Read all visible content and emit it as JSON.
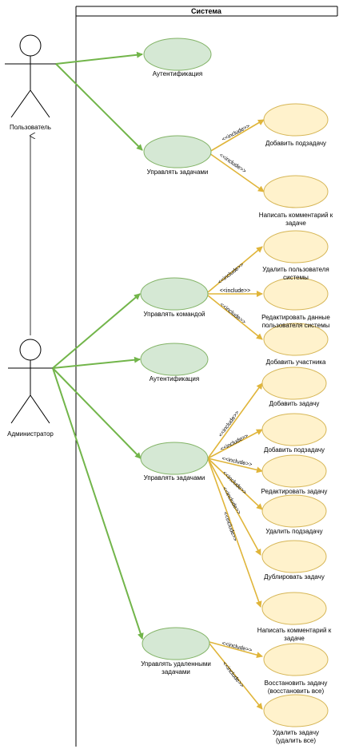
{
  "system": {
    "title": "Система"
  },
  "actors": {
    "user": "Пользователь",
    "admin": "Администратор"
  },
  "usecases": {
    "user_auth": "Аутентификация",
    "user_manage_tasks": "Управлять задачами",
    "add_subtask_1": "Добавить подзадачу",
    "write_comment_1_l1": "Написать комментарий к",
    "write_comment_1_l2": "задаче",
    "manage_team": "Управлять командой",
    "delete_user_l1": "Удалить пользователя",
    "delete_user_l2": "системы",
    "edit_user_l1": "Редактировать данные",
    "edit_user_l2": "пользователя системы",
    "add_member": "Добавить участника",
    "admin_auth": "Аутентификация",
    "admin_manage_tasks": "Управлять задачами",
    "add_task": "Добавить задачу",
    "add_subtask_2": "Добавить подзадачу",
    "edit_task": "Редактировать задачу",
    "delete_subtask": "Удалить подзадачу",
    "duplicate_task": "Дублировать задачу",
    "write_comment_2_l1": "Написать комментарий к",
    "write_comment_2_l2": "задаче",
    "manage_deleted_l1": "Управлять удаленными",
    "manage_deleted_l2": "задачами",
    "restore_task_l1": "Восстановить задачу",
    "restore_task_l2": "(восстановить все)",
    "delete_task_l1": "Удалить задачу",
    "delete_task_l2": "(удалить все)"
  },
  "include_label": "<<include>>",
  "colors": {
    "green_fill": "#d5e8d4",
    "green_stroke": "#82b366",
    "green_line": "#72b54a",
    "yellow_fill": "#fff2cc",
    "yellow_stroke": "#d6b656",
    "yellow_line": "#e0b53a"
  }
}
